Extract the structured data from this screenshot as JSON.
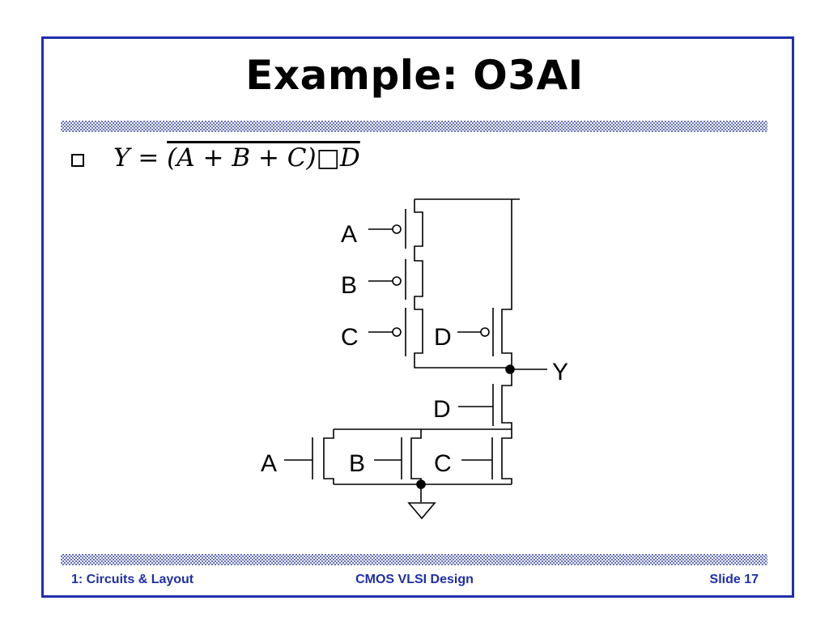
{
  "slide": {
    "title": "Example: O3AI",
    "equation": {
      "lhs": "Y",
      "eq": " = ",
      "rhs_overlined": "(A + B + C)□D"
    },
    "footer": {
      "left": "1: Circuits & Layout",
      "center": "CMOS VLSI Design",
      "right": "Slide 17"
    }
  },
  "circuit": {
    "labels": {
      "pmos_a": "A",
      "pmos_b": "B",
      "pmos_c": "C",
      "pmos_d": "D",
      "output_y": "Y",
      "nmos_d": "D",
      "nmos_a": "A",
      "nmos_b": "B",
      "nmos_c": "C"
    }
  }
}
